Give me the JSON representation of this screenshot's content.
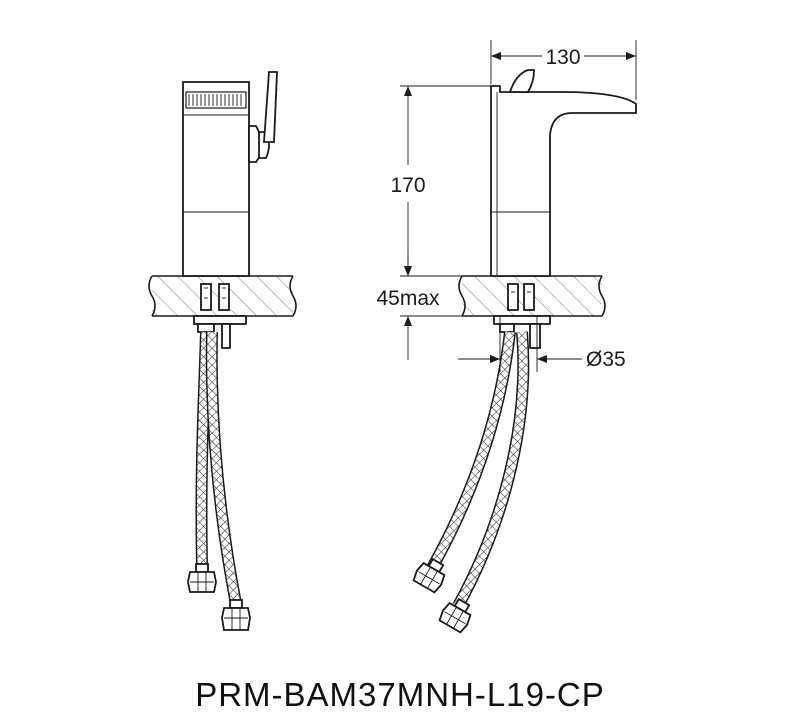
{
  "dimensions": {
    "width": "130",
    "height": "170",
    "thickness": "45max",
    "hole": "Ø35"
  },
  "model_code": "PRM-BAM37MNH-L19-CP"
}
